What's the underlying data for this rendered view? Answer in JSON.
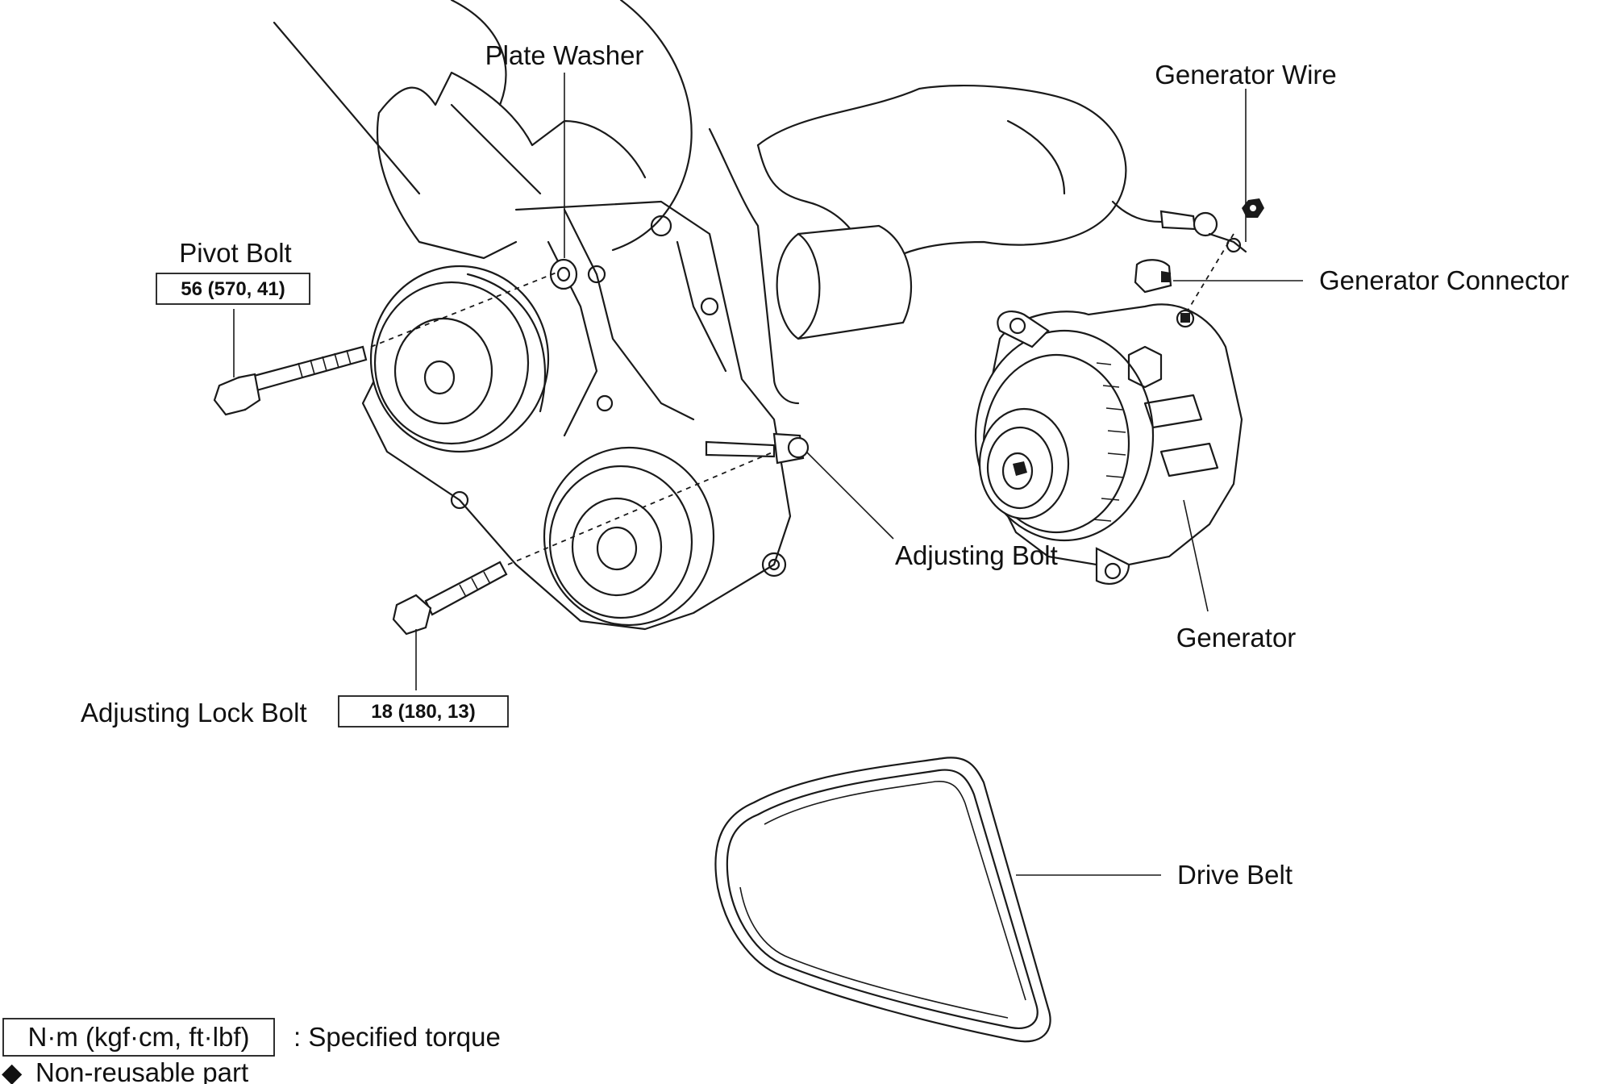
{
  "labels": {
    "plate_washer": "Plate Washer",
    "pivot_bolt": "Pivot Bolt",
    "generator_wire": "Generator Wire",
    "generator_connector": "Generator Connector",
    "adjusting_bolt": "Adjusting Bolt",
    "generator": "Generator",
    "adjusting_lock_bolt": "Adjusting Lock Bolt",
    "drive_belt": "Drive Belt"
  },
  "torques": {
    "pivot_bolt": "56 (570, 41)",
    "adjusting_lock_bolt": "18 (180, 13)"
  },
  "legend": {
    "torque_unit": "N·m (kgf·cm, ft·lbf)",
    "torque_desc": ": Specified torque",
    "nonreusable_symbol": "◆",
    "nonreusable_desc": "Non-reusable part"
  },
  "colors": {
    "line": "#1a1a1a",
    "background": "#ffffff"
  }
}
